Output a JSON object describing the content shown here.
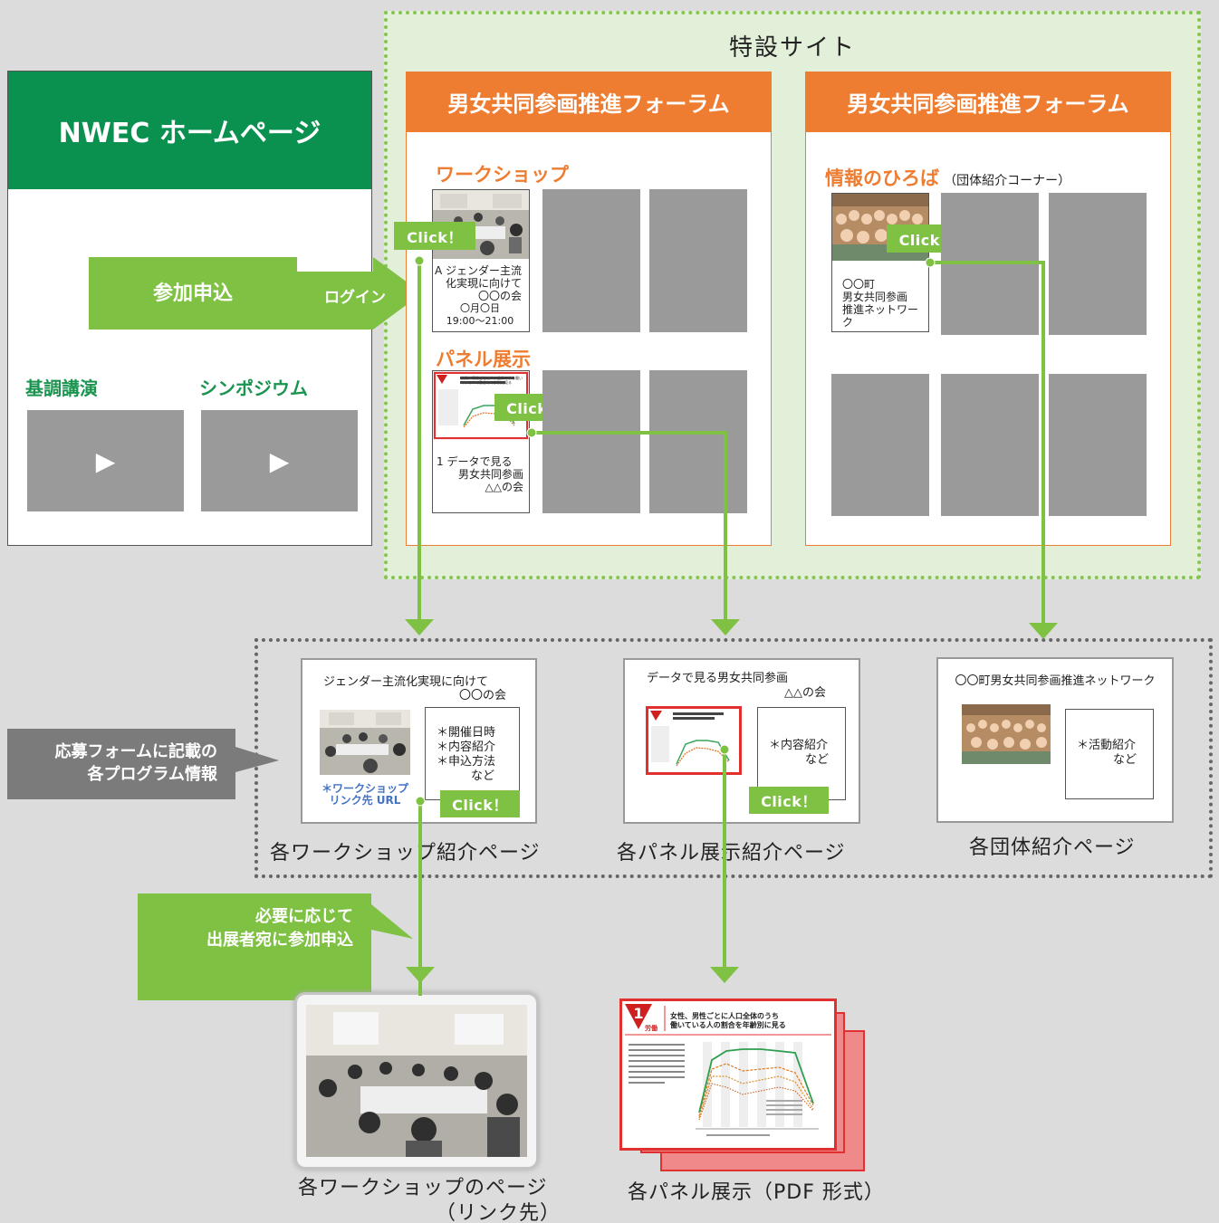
{
  "site": {
    "title": "特設サイト"
  },
  "home": {
    "title": "NWEC ホームページ",
    "apply": "参加申込",
    "login": "ログイン",
    "keynote": "基調講演",
    "symposium": "シンポジウム",
    "play": "▶"
  },
  "forum_left": {
    "header": "男女共同参画推進フォーラム",
    "workshop": "ワークショップ",
    "click": "Click！",
    "ws_card": [
      "A ジェンダー主流",
      "化実現に向けて",
      "〇〇の会",
      "〇月〇日",
      "19:00～21:00"
    ],
    "panel": "パネル展示",
    "panel_card": [
      "1 データで見る",
      "男女共同参画",
      "△△の会"
    ],
    "mini_slide_title": "女性、男性ごとに人口全体のうち働いている人の割合を年齢別に見る"
  },
  "forum_right": {
    "header": "男女共同参画推進フォーラム",
    "plaza": "情報のひろば",
    "plaza_note": "（団体紹介コーナー）",
    "click": "Click！",
    "org_card": [
      "〇〇町",
      "男女共同参画",
      "推進ネットワーク"
    ]
  },
  "callout": {
    "text": [
      "応募フォームに記載の",
      "各プログラム情報"
    ]
  },
  "ws_page": {
    "title1": "ジェンダー主流化実現に向けて",
    "title2": "〇〇の会",
    "items": [
      "＊開催日時",
      "＊内容紹介",
      "＊申込方法",
      "など"
    ],
    "link": [
      "＊ワークショップ",
      "リンク先 URL"
    ],
    "click": "Click！",
    "caption": "各ワークショップ紹介ページ"
  },
  "panel_page": {
    "title1": "データで見る男女共同参画",
    "title2": "△△の会",
    "items": [
      "＊内容紹介",
      "など"
    ],
    "click": "Click！",
    "caption": "各パネル展示紹介ページ"
  },
  "org_page": {
    "title": "〇〇町男女共同参画推進ネットワーク",
    "items": [
      "＊活動紹介",
      "など"
    ],
    "caption": "各団体紹介ページ"
  },
  "note_apply": {
    "text": [
      "必要に応じて",
      "出展者宛に参加申込"
    ]
  },
  "final_ws": {
    "caption": [
      "各ワークショップのページ",
      "（リンク先）"
    ]
  },
  "final_panel": {
    "caption": "各パネル展示（PDF 形式）",
    "badge": "1",
    "badge_label": "労働",
    "slide_title": [
      "女性、男性ごとに人口全体のうち",
      "働いている人の割合を年齢別に見る"
    ]
  },
  "colors": {
    "green": "#7ec143",
    "dark_green": "#1b9450",
    "orange": "#ee7d31",
    "red": "#e03030",
    "callout": "#7b7b7b"
  }
}
